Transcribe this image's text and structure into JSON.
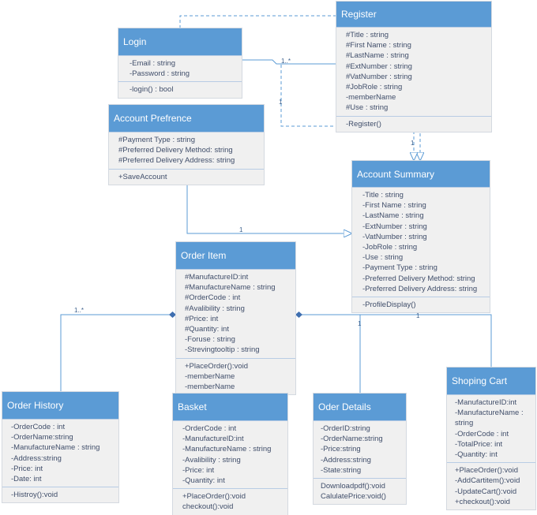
{
  "classes": {
    "login": {
      "name": "Login",
      "attributes": [
        "-Email : string",
        "-Password : string"
      ],
      "methods": [
        "-login() : bool"
      ]
    },
    "register": {
      "name": "Register",
      "attributes": [
        "#Title : string",
        "#First Name : string",
        "#LastName : string",
        "#ExtNumber : string",
        "#VatNumber : string",
        "#JobRole : string",
        "-memberName",
        "#Use : string"
      ],
      "methods": [
        "-Register()"
      ]
    },
    "account_prefrence": {
      "name": "Account Prefrence",
      "attributes": [
        "#Payment Type : string",
        "#Preferred Delivery Method: string",
        "#Preferred Delivery Address: string"
      ],
      "methods": [
        "+SaveAccount"
      ]
    },
    "account_summary": {
      "name": "Account Summary",
      "attributes": [
        "-Title : string",
        "-First Name : string",
        "-LastName : string",
        "-ExtNumber : string",
        "-VatNumber : string",
        "-JobRole : string",
        "-Use : string",
        "-Payment Type : string",
        "-Preferred Delivery Method: string",
        "-Preferred Delivery Address: string"
      ],
      "methods": [
        "-ProfileDisplay()"
      ]
    },
    "order_item": {
      "name": "Order Item",
      "attributes": [
        "#ManufactureID:int",
        "#ManufactureName : string",
        "#OrderCode : int",
        "#Avalibility : string",
        "#Price: int",
        "#Quantity: int",
        "-Foruse : string",
        "-Strevingtooltip : string"
      ],
      "methods": [
        "+PlaceOrder():void",
        "-memberName",
        "-memberName"
      ]
    },
    "order_history": {
      "name": "Order History",
      "attributes": [
        "-OrderCode : int",
        "-OrderName:string",
        "-ManufactureName : string",
        "-Address:string",
        "-Price: int",
        "-Date: int"
      ],
      "methods": [
        "-Histroy():void"
      ]
    },
    "basket": {
      "name": "Basket",
      "attributes": [
        "-OrderCode : int",
        "-ManufacturelD:int",
        "-ManufactureName : string",
        "-Avalibility : string",
        "-Price: int",
        "-Quantity: int"
      ],
      "methods": [
        "+PlaceOrder():void",
        "checkout():void"
      ]
    },
    "oder_details": {
      "name": "Oder Details",
      "attributes": [
        "-OrderID:string",
        "-OrderName:string",
        "-Price:string",
        "-Address:string",
        "-State:string"
      ],
      "methods": [
        "Downloadpdf():void",
        "CalulatePrice:void()"
      ]
    },
    "shoping_cart": {
      "name": "Shoping Cart",
      "attributes": [
        "-ManufactureID:int",
        "-ManufactureName :",
        "string",
        "-OrderCode : int",
        "-TotalPrice: int",
        "-Quantity: int"
      ],
      "methods": [
        "+PlaceOrder():void",
        "-AddCartitem():void",
        "-UpdateCart():void",
        "+checkout():void"
      ]
    }
  },
  "connector_labels": {
    "login_register": "1..*",
    "register_summary": "1",
    "register_summary_2": "1",
    "prefrence_summary": "1",
    "history_item": "1..*",
    "basket_item": "1",
    "details_item": "1",
    "cart_item": "1"
  },
  "colors": {
    "header": "#5b9bd5",
    "body": "#f0f0f0",
    "line": "#5b9bd5"
  }
}
